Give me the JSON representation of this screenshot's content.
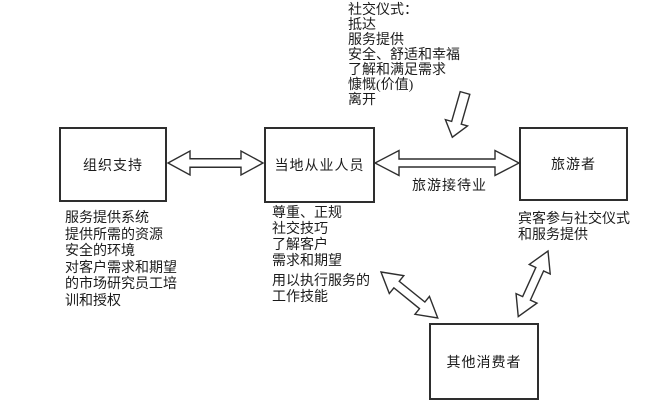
{
  "colors": {
    "line": "#2e2e2e",
    "text": "#1b1b1b",
    "bg": "#ffffff"
  },
  "ritual_list": {
    "lines": [
      "社交仪式：",
      "抵达",
      "服务提供",
      "安全、舒适和幸福",
      "了解和满足需求",
      "慷慨(价值)",
      "离开"
    ]
  },
  "boxes": {
    "org_support": {
      "label": "组织支持"
    },
    "local_staff": {
      "label": "当地从业人员"
    },
    "tourist": {
      "label": "旅游者"
    },
    "other_consumers": {
      "label": "其他消费者"
    }
  },
  "org_support_list": {
    "lines": [
      "服务提供系统",
      "提供所需的资源",
      "安全的环境",
      "对客户需求和期望",
      "的市场研究员工培",
      "训和授权"
    ]
  },
  "local_staff_list": {
    "lines": [
      "尊重、正规",
      "社交技巧",
      "了解客户",
      "需求和期望",
      "用以执行服务的",
      "工作技能"
    ]
  },
  "tourist_list": {
    "lines": [
      "宾客参与社交仪式",
      "和服务提供"
    ]
  },
  "labels": {
    "hospitality": "旅游接待业"
  }
}
